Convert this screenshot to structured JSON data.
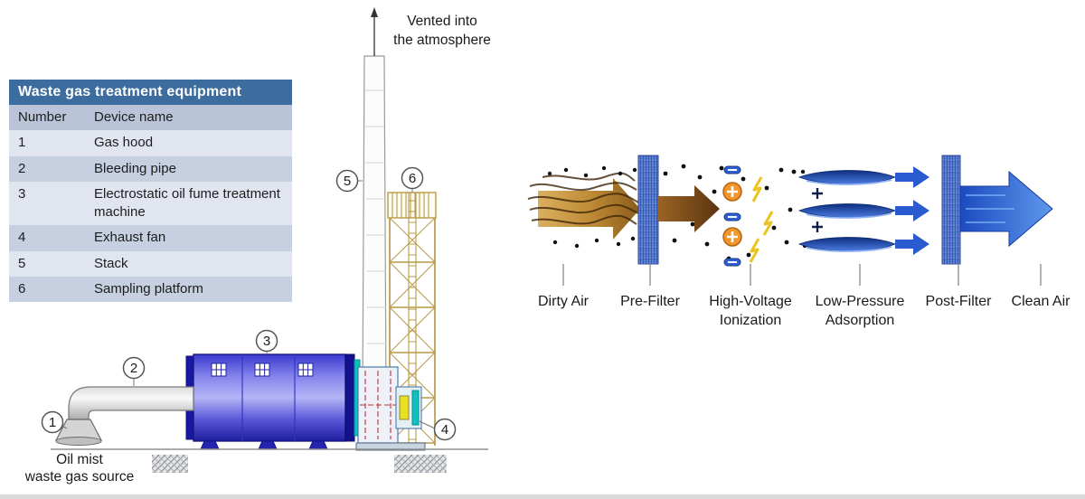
{
  "table": {
    "title": "Waste gas treatment equipment",
    "col_number": "Number",
    "col_name": "Device name",
    "rows": [
      {
        "number": "1",
        "name": "Gas hood"
      },
      {
        "number": "2",
        "name": "Bleeding pipe"
      },
      {
        "number": "3",
        "name": "Electrostatic oil fume treatment machine"
      },
      {
        "number": "4",
        "name": "Exhaust fan"
      },
      {
        "number": "5",
        "name": "Stack"
      },
      {
        "number": "6",
        "name": "Sampling platform"
      }
    ]
  },
  "schematic": {
    "vent_label_line1": "Vented into",
    "vent_label_line2": "the atmosphere",
    "source_label_line1": "Oil mist",
    "source_label_line2": "waste gas source",
    "callouts": [
      "1",
      "2",
      "3",
      "4",
      "5",
      "6"
    ]
  },
  "flow": {
    "stages": [
      {
        "label": "Dirty Air",
        "line1": "Dirty Air",
        "line2": ""
      },
      {
        "label": "Pre-Filter",
        "line1": "Pre-Filter",
        "line2": ""
      },
      {
        "label": "High-Voltage Ionization",
        "line1": "High-Voltage",
        "line2": "Ionization"
      },
      {
        "label": "Low-Pressure Adsorption",
        "line1": "Low-Pressure",
        "line2": "Adsorption"
      },
      {
        "label": "Post-Filter",
        "line1": "Post-Filter",
        "line2": ""
      },
      {
        "label": "Clean Air",
        "line1": "Clean Air",
        "line2": ""
      }
    ]
  },
  "colors": {
    "table_title_bg": "#3d6c9f",
    "table_header_bg": "#b9c4d8",
    "table_row_light": "#e0e5f0",
    "table_row_dark": "#c6d0e1",
    "machine_blue": "#3535c8",
    "platform_tan": "#b89a45",
    "dirty_air_brown": "#b07c2e",
    "filter_blue": "#4f74ca",
    "clean_air_blue": "#2a55cc",
    "ionizer_orange": "#f0962c",
    "spark_yellow": "#ecc31c",
    "fan_accent_cyan": "#10c0c0",
    "centerline_red": "#c03030"
  }
}
